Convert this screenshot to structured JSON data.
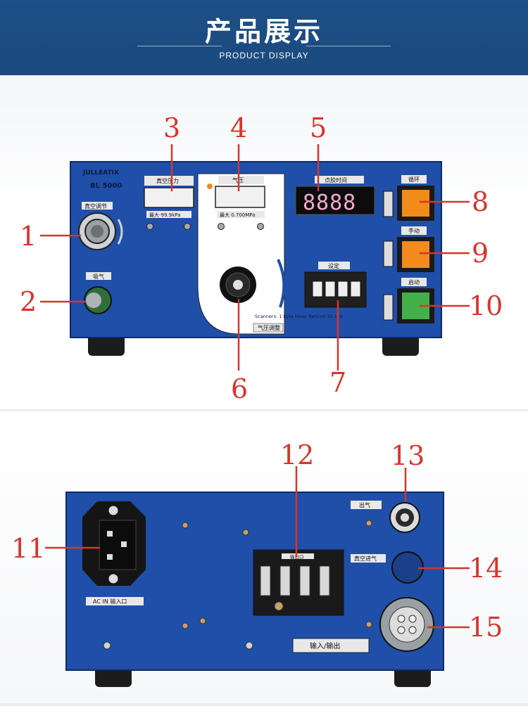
{
  "header": {
    "title": "产品展示",
    "subtitle": "PRODUCT DISPLAY"
  },
  "front_panel": {
    "brand": "JULLEATIX",
    "model": "BL 5000",
    "label_1": "真空调节",
    "label_2": "吸气",
    "label_3": "真空压力",
    "label_3_range": "最大-99.9kPa",
    "label_4": "气压",
    "label_4_range": "最大 0.700MPa",
    "label_5": "点胶时间",
    "display_5": "8888",
    "label_7": "设定",
    "label_8": "循环",
    "label_9": "手动",
    "label_10": "启动",
    "label_6": "气压调整",
    "footnote": "Scanners: 1 byte timer  Reticon  2x 1°8"
  },
  "rear_panel": {
    "label_11": "AC IN 输入口",
    "label_12": "输出口",
    "label_13": "出气",
    "label_14": "真空进气",
    "label_15": "输入/输出"
  },
  "callouts": {
    "n1": "1",
    "n2": "2",
    "n3": "3",
    "n4": "4",
    "n5": "5",
    "n6": "6",
    "n7": "7",
    "n8": "8",
    "n9": "9",
    "n10": "10",
    "n11": "11",
    "n12": "12",
    "n13": "13",
    "n14": "14",
    "n15": "15"
  },
  "colors": {
    "panel_blue": "#1f4fa8",
    "callout_red": "#d8342c",
    "orange_button": "#f28a1c",
    "green_button": "#44b04a"
  }
}
